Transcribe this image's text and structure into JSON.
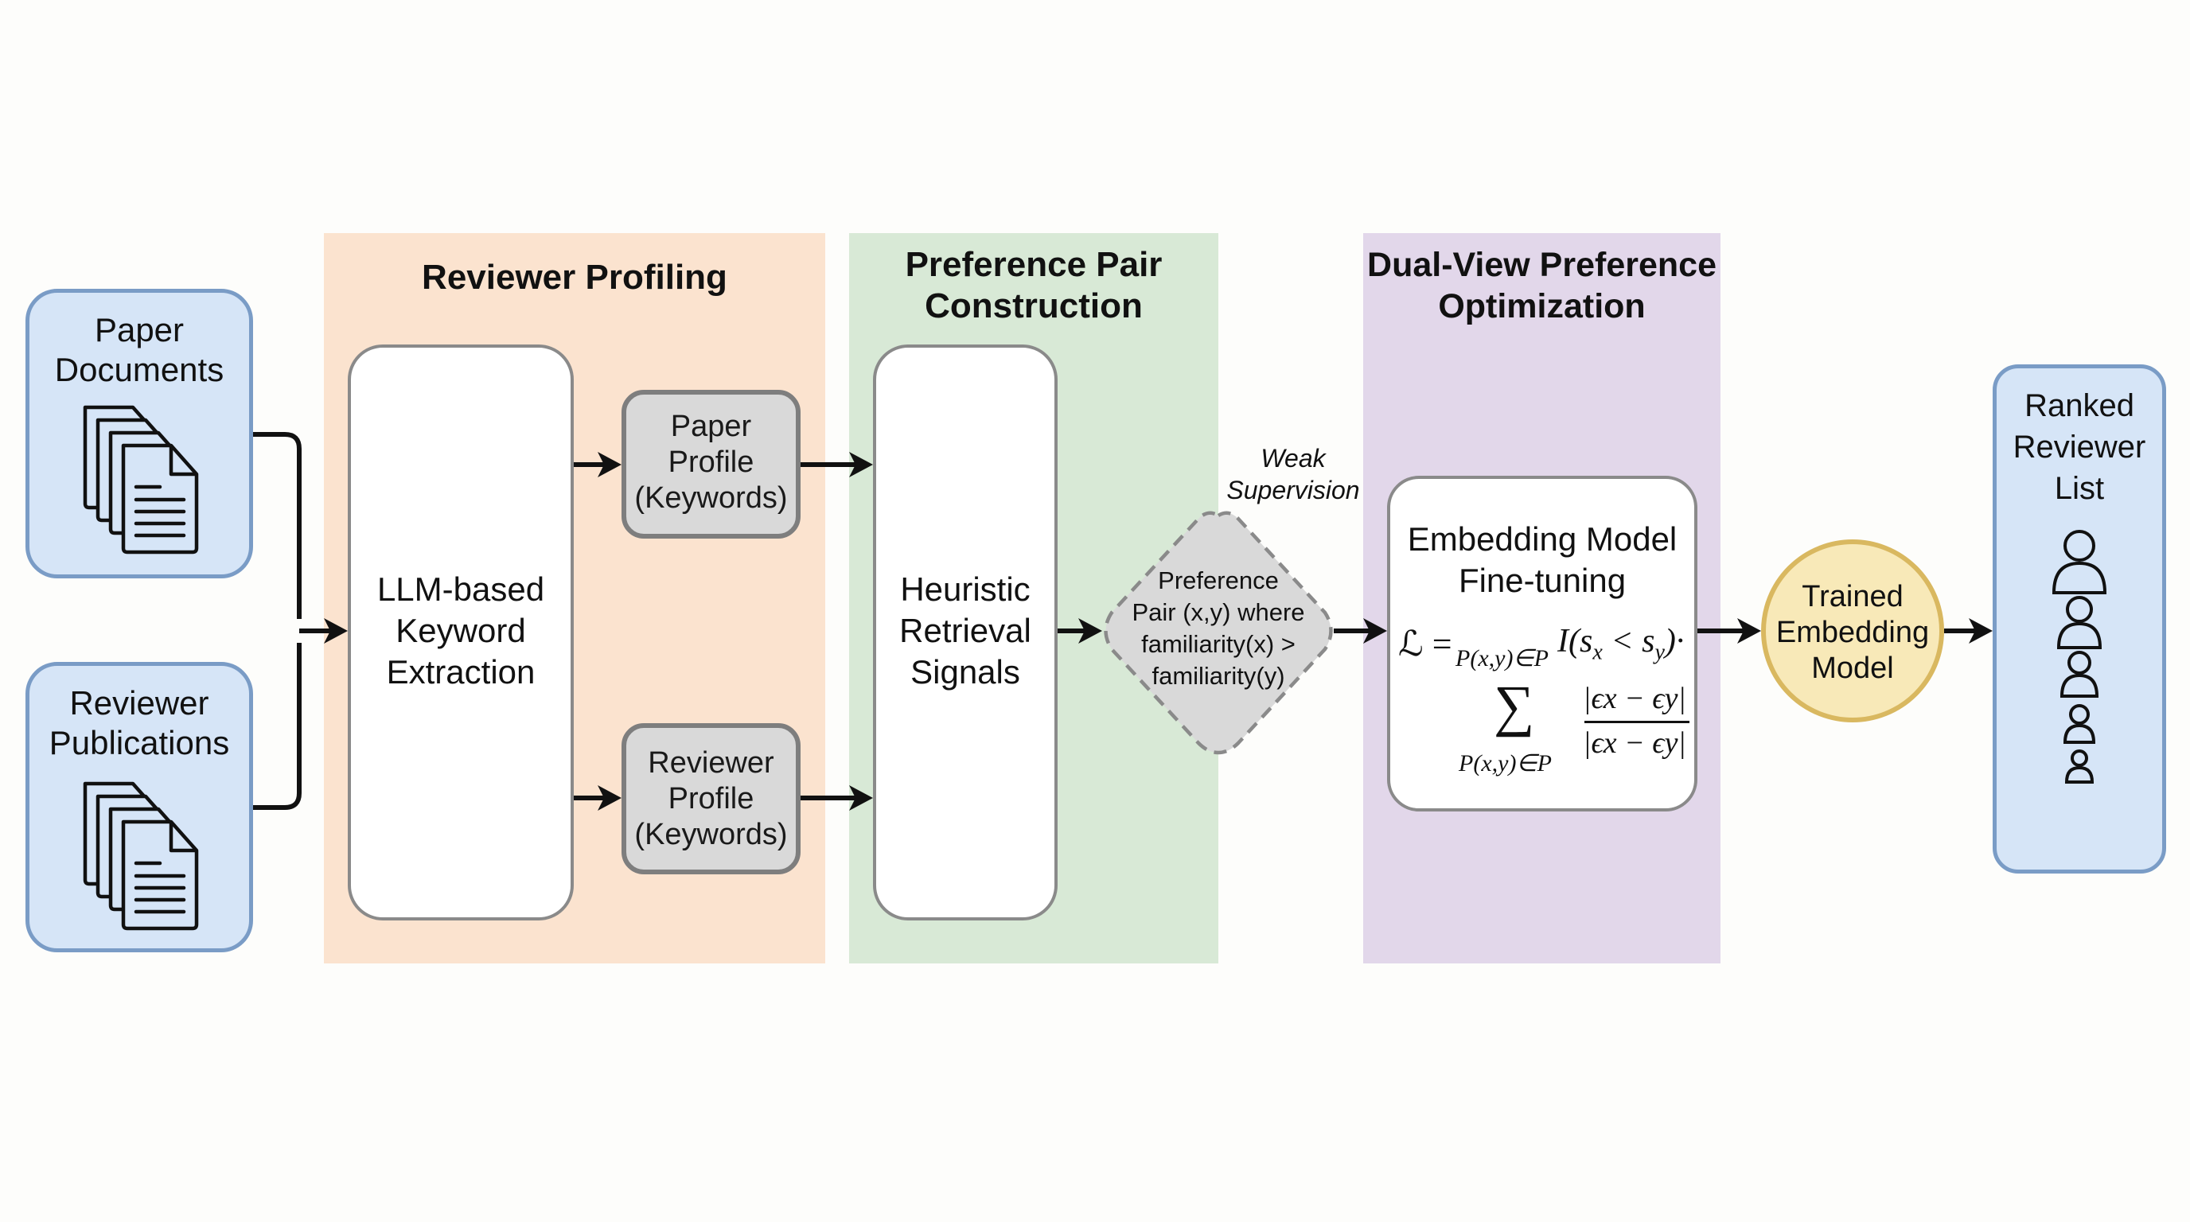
{
  "colors": {
    "source_fill": "#d6e5f7",
    "source_border": "#7a9cc6",
    "reviewer_profiling_bg": "#fbe3cf",
    "preference_pair_bg": "#d8e9d6",
    "dual_view_bg": "#e2d7ea",
    "keyword_box_fill": "#d9d9d9",
    "trained_model_fill": "#f8e9b8",
    "trained_model_border": "#d9b860",
    "arrow": "#111111"
  },
  "inputs": {
    "paper_documents": {
      "label_line1": "Paper",
      "label_line2": "Documents",
      "icon": "document-stack-icon"
    },
    "reviewer_publications": {
      "label_line1": "Reviewer",
      "label_line2": "Publications",
      "icon": "document-stack-icon"
    }
  },
  "stages": {
    "reviewer_profiling": {
      "title": "Reviewer Profiling",
      "extractor": {
        "line1": "LLM-based",
        "line2": "Keyword",
        "line3": "Extraction"
      },
      "paper_profile": {
        "line1": "Paper",
        "line2": "Profile",
        "line3": "(Keywords)"
      },
      "reviewer_profile": {
        "line1": "Reviewer",
        "line2": "Profile",
        "line3": "(Keywords)"
      }
    },
    "preference_pair": {
      "title_line1": "Preference Pair",
      "title_line2": "Construction",
      "heuristic": {
        "line1": "Heuristic",
        "line2": "Retrieval",
        "line3": "Signals"
      },
      "pair": {
        "line1": "Preference",
        "line2": "Pair (x,y) where",
        "line3": "familiarity(x) >",
        "line4": "familiarity(y)"
      },
      "edge_label_line1": "Weak",
      "edge_label_line2": "Supervision"
    },
    "dual_view": {
      "title_line1": "Dual-View Preference",
      "title_line2": "Optimization",
      "finetune": {
        "line1": "Embedding Model",
        "line2": "Fine-tuning",
        "loss_lhs": "ℒ =",
        "loss_sub1": "P(x,y)∈P",
        "loss_indicator": "I(s",
        "loss_sx": "x",
        "loss_lt": " < s",
        "loss_sy": "y",
        "loss_close": ")·",
        "sum_symbol": "∑",
        "sum_sub": "P(x,y)∈P",
        "frac_num": "|ϵx − ϵy|",
        "frac_den": "|ϵx − ϵy|"
      }
    }
  },
  "outputs": {
    "trained_model": {
      "line1": "Trained",
      "line2": "Embedding",
      "line3": "Model"
    },
    "ranked_list": {
      "line1": "Ranked",
      "line2": "Reviewer",
      "line3": "List",
      "reviewer_icon_count": 5
    }
  }
}
